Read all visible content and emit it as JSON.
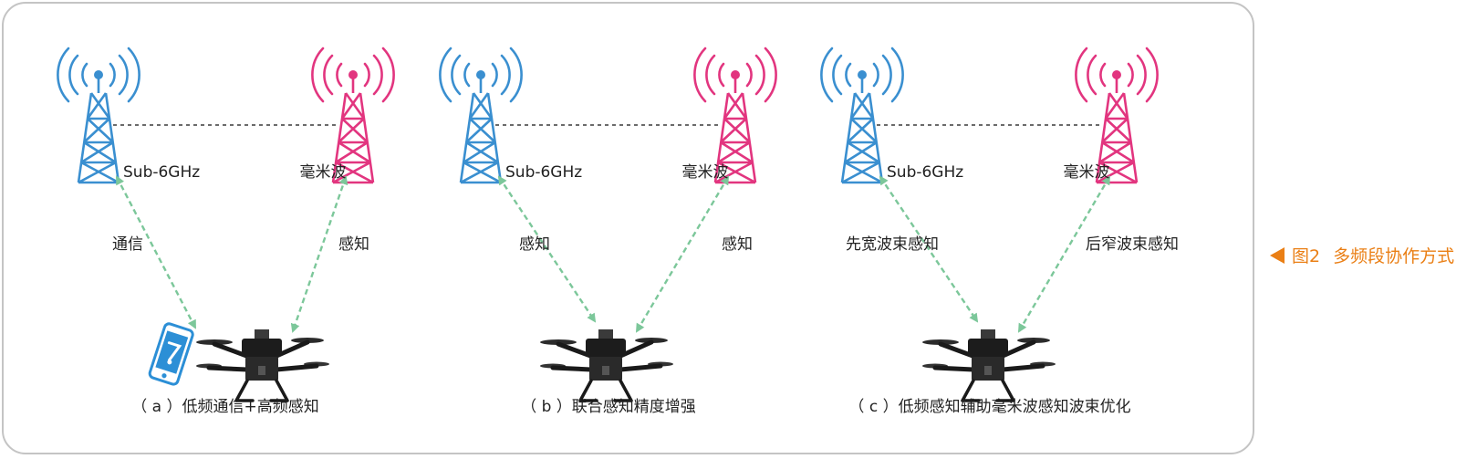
{
  "colors": {
    "sub6": "#3a8fd0",
    "mmwave": "#e2357f",
    "link": "#7cc79a",
    "backhaul": "#6b6b6b",
    "caption": "#ea7f15",
    "frame": "#c4c4c4"
  },
  "panels": [
    {
      "sub6_label": "Sub-6GHz",
      "mmwave_label": "毫米波",
      "left_link_label": "通信",
      "right_link_label": "感知",
      "caption": "（ a ）低频通信+高频感知",
      "has_phone": true
    },
    {
      "sub6_label": "Sub-6GHz",
      "mmwave_label": "毫米波",
      "left_link_label": "感知",
      "right_link_label": "感知",
      "caption": "（ b ）联合感知精度增强",
      "has_phone": false
    },
    {
      "sub6_label": "Sub-6GHz",
      "mmwave_label": "毫米波",
      "left_link_label": "先宽波束感知",
      "right_link_label": "后窄波束感知",
      "caption": "（ c ）低频感知辅助毫米波感知波束优化",
      "has_phone": false
    }
  ],
  "figure": {
    "number": "图2",
    "title": "多频段协作方式"
  }
}
